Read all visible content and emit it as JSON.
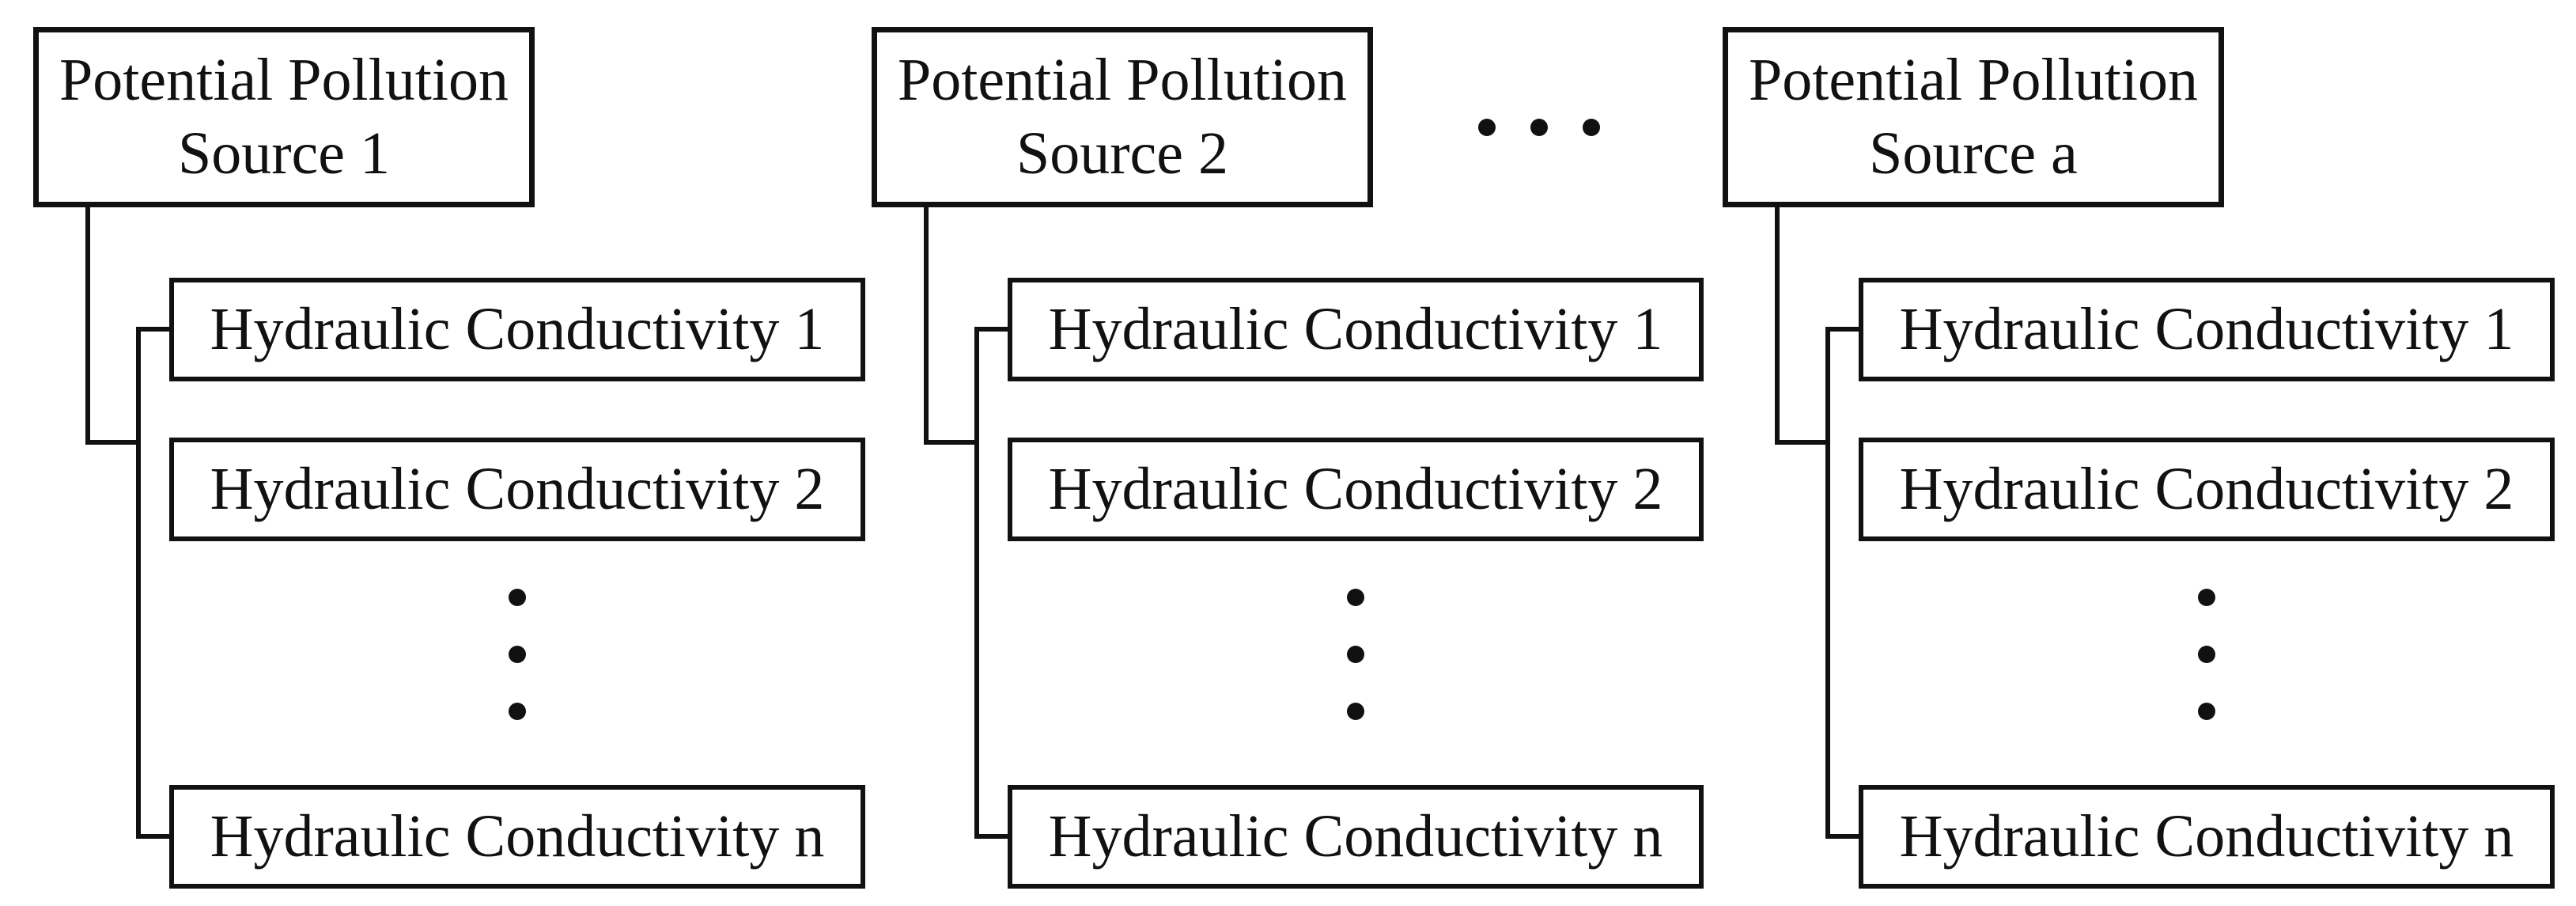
{
  "figure": {
    "type": "diagram",
    "description": "Tree diagram linking each potential pollution source to multiple hydraulic conductivity realizations"
  },
  "colors": {
    "ink": "#111111",
    "background": "#ffffff"
  },
  "groups": [
    {
      "source_line1": "Potential Pollution",
      "source_line2": "Source 1",
      "conductivities": [
        "Hydraulic Conductivity 1",
        "Hydraulic Conductivity 2",
        "Hydraulic Conductivity n"
      ]
    },
    {
      "source_line1": "Potential Pollution",
      "source_line2": "Source 2",
      "conductivities": [
        "Hydraulic Conductivity 1",
        "Hydraulic Conductivity 2",
        "Hydraulic Conductivity n"
      ]
    },
    {
      "source_line1": "Potential Pollution",
      "source_line2": "Source a",
      "conductivities": [
        "Hydraulic Conductivity 1",
        "Hydraulic Conductivity 2",
        "Hydraulic Conductivity n"
      ]
    }
  ],
  "icons": {
    "vertical_ellipsis": "three-dots-vertical",
    "horizontal_ellipsis": "three-dots-horizontal"
  }
}
